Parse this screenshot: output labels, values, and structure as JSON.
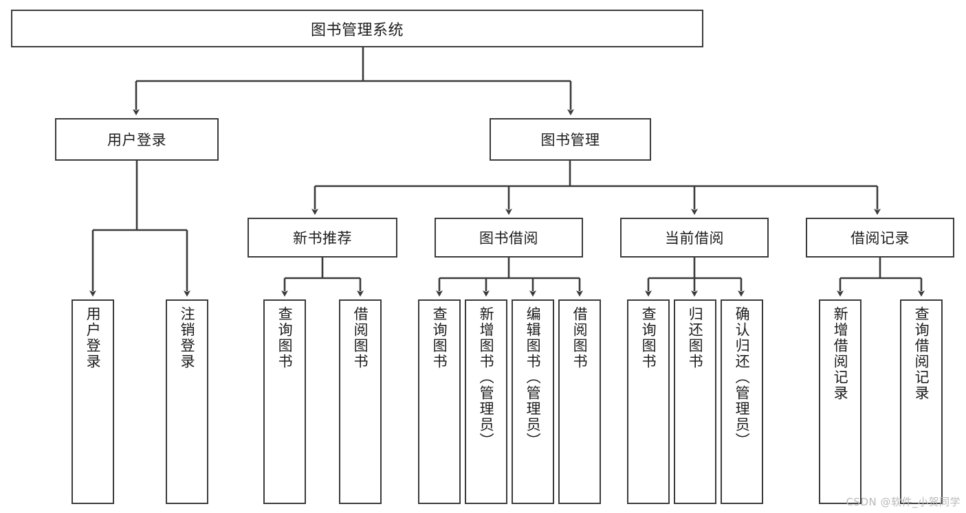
{
  "diagram": {
    "type": "tree-hierarchy",
    "title": "图书管理系统",
    "orientation": "top-down",
    "colors": {
      "box_border": "#3a3a3a",
      "box_fill": "#ffffff",
      "connector": "#3a3a3a",
      "text": "#1c1c1c",
      "watermark": "#b9b9b9",
      "background": "#ffffff"
    },
    "root": {
      "label": "图书管理系统"
    },
    "level2": [
      {
        "label": "用户登录"
      },
      {
        "label": "图书管理"
      }
    ],
    "level3": [
      {
        "label": "新书推荐"
      },
      {
        "label": "图书借阅"
      },
      {
        "label": "当前借阅"
      },
      {
        "label": "借阅记录"
      }
    ],
    "leaves": {
      "user_login": [
        {
          "label": "用户登录"
        },
        {
          "label": "注销登录"
        }
      ],
      "new_book_recommend": [
        {
          "label": "查询图书"
        },
        {
          "label": "借阅图书"
        }
      ],
      "book_borrow": [
        {
          "label": "查询图书"
        },
        {
          "label": "新增图书（管理员）"
        },
        {
          "label": "编辑图书（管理员）"
        },
        {
          "label": "借阅图书"
        }
      ],
      "current_borrow": [
        {
          "label": "查询图书"
        },
        {
          "label": "归还图书"
        },
        {
          "label": "确认归还（管理员）"
        }
      ],
      "borrow_record": [
        {
          "label": "新增借阅记录"
        },
        {
          "label": "查询借阅记录"
        }
      ]
    }
  },
  "watermark": {
    "text": "CSDN @软件_小贺同学"
  }
}
